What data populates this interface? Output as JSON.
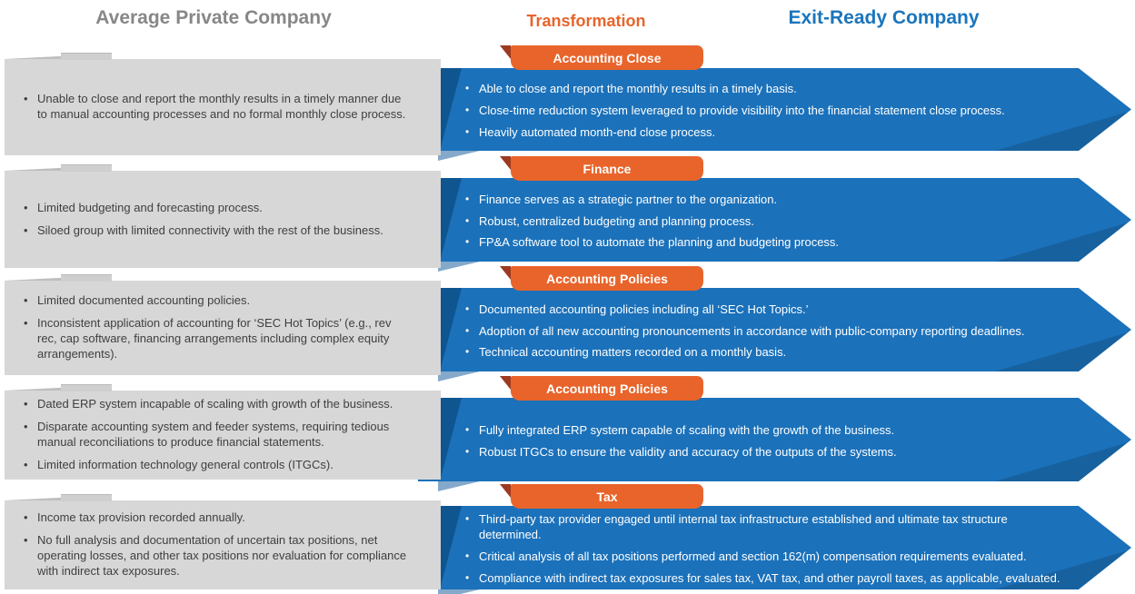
{
  "headers": {
    "left": "Average Private Company",
    "middle": "Transformation",
    "right": "Exit-Ready Company"
  },
  "colors": {
    "arrow_blue": "#1B71BA",
    "arrow_blue_dark": "#0F5590",
    "arrow_fold_light_blue": "#84A9CB",
    "banner_orange": "#E8642B",
    "banner_fold_maroon": "#9C3A22",
    "gray_box": "#D7D7D7",
    "left_text": "#3F3F3F",
    "header_gray": "#878787",
    "header_blue": "#1B75BC"
  },
  "rows": [
    {
      "banner": "Accounting Close",
      "left_bullets": [
        "Unable to close and report the monthly results in a timely manner due to manual accounting processes and no formal monthly close process."
      ],
      "right_bullets": [
        "Able to close and report the monthly results in a timely basis.",
        "Close-time reduction system leveraged to provide visibility into the financial statement close process.",
        "Heavily automated month-end close process."
      ]
    },
    {
      "banner": "Finance",
      "left_bullets": [
        "Limited budgeting and forecasting process.",
        "Siloed group with limited connectivity with the rest of the business."
      ],
      "right_bullets": [
        "Finance serves as a strategic partner to the organization.",
        "Robust, centralized budgeting and planning process.",
        "FP&A software tool to automate the planning and budgeting process."
      ]
    },
    {
      "banner": "Accounting Policies",
      "left_bullets": [
        "Limited documented accounting policies.",
        "Inconsistent application of accounting for ‘SEC Hot Topics’ (e.g., rev rec, cap software, financing arrangements including complex equity arrangements)."
      ],
      "right_bullets": [
        "Documented accounting policies including all ‘SEC Hot Topics.’",
        "Adoption of all new accounting pronouncements in accordance with public-company reporting deadlines.",
        "Technical accounting matters recorded on a monthly basis."
      ]
    },
    {
      "banner": "Accounting Policies",
      "left_bullets": [
        "Dated ERP system incapable of scaling with growth of the business.",
        "Disparate accounting system and feeder systems, requiring tedious manual reconciliations to produce financial statements.",
        "Limited information technology general controls (ITGCs)."
      ],
      "right_bullets": [
        "Fully integrated ERP system capable of scaling with the growth of the business.",
        "Robust ITGCs to ensure the validity and accuracy of the outputs of the systems."
      ]
    },
    {
      "banner": "Tax",
      "left_bullets": [
        "Income tax provision recorded annually.",
        "No full analysis and documentation of uncertain tax positions, net operating losses, and other tax positions nor evaluation for compliance with indirect tax exposures."
      ],
      "right_bullets": [
        "Third-party tax provider engaged until internal tax infrastructure established and ultimate tax structure determined.",
        "Critical analysis of all tax positions performed and section 162(m) compensation requirements evaluated.",
        "Compliance with indirect tax exposures for sales tax, VAT tax, and other payroll taxes, as applicable, evaluated."
      ]
    }
  ]
}
